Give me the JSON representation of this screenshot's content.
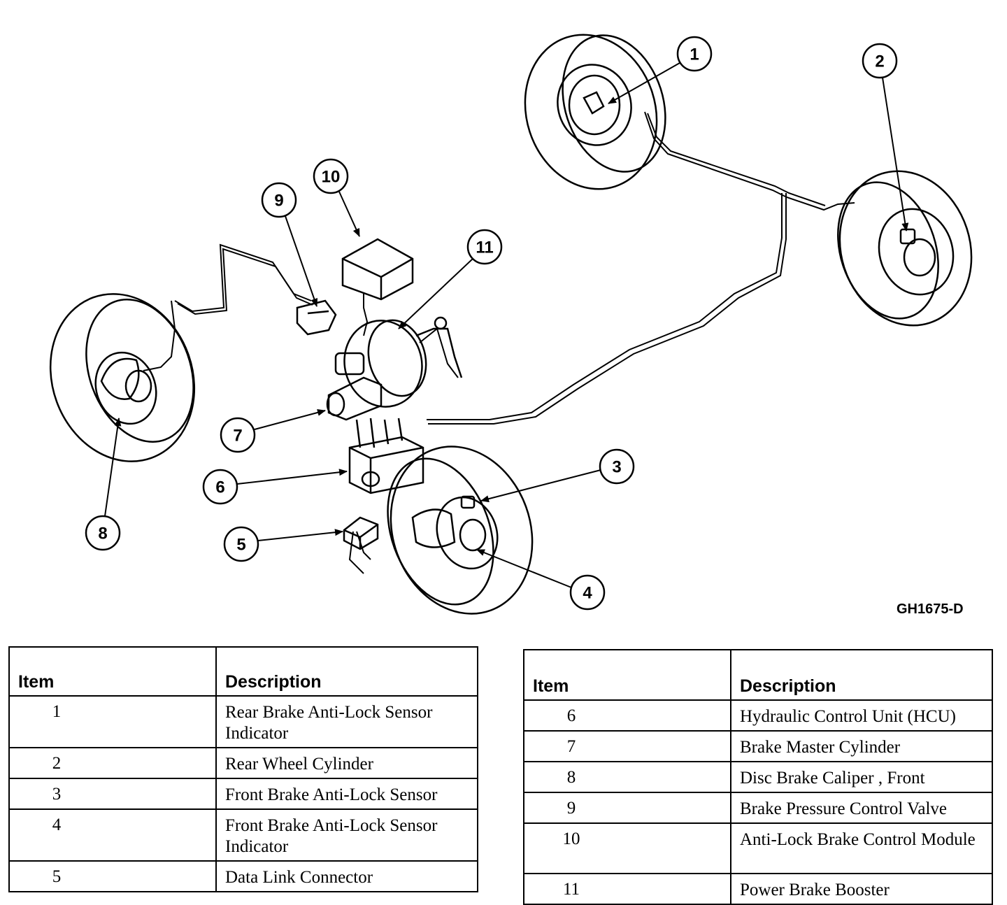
{
  "figure_code": "GH1675-D",
  "callouts": [
    "1",
    "2",
    "3",
    "4",
    "5",
    "6",
    "7",
    "8",
    "9",
    "10",
    "11"
  ],
  "table_left": {
    "headers": {
      "item": "Item",
      "description": "Description"
    },
    "rows": [
      {
        "item": "1",
        "description": "Rear Brake Anti-Lock Sensor Indicator"
      },
      {
        "item": "2",
        "description": "Rear Wheel Cylinder"
      },
      {
        "item": "3",
        "description": "Front Brake Anti-Lock Sensor"
      },
      {
        "item": "4",
        "description": "Front Brake Anti-Lock Sensor Indicator"
      },
      {
        "item": "5",
        "description": "Data Link Connector"
      }
    ]
  },
  "table_right": {
    "headers": {
      "item": "Item",
      "description": "Description"
    },
    "rows": [
      {
        "item": "6",
        "description": "Hydraulic Control Unit (HCU)"
      },
      {
        "item": "7",
        "description": "Brake Master Cylinder"
      },
      {
        "item": "8",
        "description": "Disc Brake Caliper , Front"
      },
      {
        "item": "9",
        "description": "Brake Pressure Control Valve"
      },
      {
        "item": "10",
        "description": "Anti-Lock Brake Control Module"
      },
      {
        "item": "11",
        "description": "Power Brake Booster"
      }
    ]
  }
}
